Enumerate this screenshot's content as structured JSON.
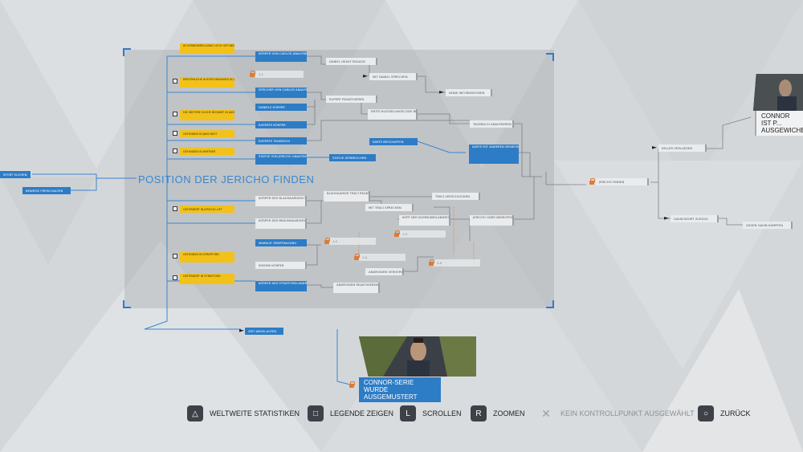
{
  "section_title": "POSITION DER JERICHO FINDEN",
  "left_nodes": {
    "n1": "SPORT SUCHEN",
    "n2": "BEWEISE FREISCHALTEN"
  },
  "yellow_nodes": {
    "y1": "IN VORNEHMEN GANG LOCH GEFUNDEN",
    "y2": "PERSÖNLICHE AUFZEICHNUNGEN IN JAKS VERLIES",
    "y3": "DIE WEITERE SUCHE BEGINNT IN JAKS NEST",
    "y4": "GEFUNDEN IN JAKS NEST",
    "y5": "GEFUNDEN IN PARTNER",
    "y6": "GEFÖRDERT IN JERICHO-LIFT",
    "y7": "GEFUNDEN IN STRATFORD",
    "y8": "GEFÖRDERT IN STRATFORD"
  },
  "blue_nodes": {
    "b1": "KÖRPER VON CARLOS ANALYSIEREN",
    "b2": "SPEICHER VON CARLOS ANALYSIEREN",
    "b3": "DANIELS KÖRPER",
    "b4": "RUPERTS KÖRPER",
    "b5": "RUPERTS TAGEBUCH",
    "b6": "STATUE VON JERICHO ANALYSIEREN",
    "b7": "STATUE ZERBROCHEN",
    "b8": "KARTE BESCHAFFEN",
    "b9": "KARTE MIT ANDEREN BEWEISEN VERBINDEN",
    "b10": "MARKUS' ÜBERTRAGUNG",
    "b11": "ZEIT ABGELAUFEN",
    "b12": "KÖRPER DES STRATFORD-ANDROIDEN"
  },
  "grey_nodes": {
    "g1": "DANIEL HEAVY ENGAGE",
    "g2": "MIT DANIEL SPRECHEN",
    "g3": "KEINE INFORMATIONEN",
    "g4": "RUPERT REAKTIVIEREN",
    "g5": "ENTSCHLÜSSELUNGSCODE BESCHAFFEN",
    "g6": "TAGEBUCH ANALYSIEREN",
    "g7": "KÖRPER DES BLAUHAARIGEN TRACI",
    "g8": "KÖRPER DES BRAUNHAARIGEN TRACI",
    "g9": "BLAUHAARIGE TRACI REAKTIVIEREN",
    "g10": "MIT TRACI SPRECHEN",
    "g11": "TRACI VERSCHLUCKEN",
    "g12": "KOPF DER KOMMUNEN-ANDROIDEN ENTFERNEN",
    "g13": "JERICHO ODER NEKROPOLE VERLASSEN",
    "g14": "SIMONS KÖRPER",
    "g15": "ANDROIDEN VERHÖREN",
    "g16": "ANDROIDEN REAKTIVIEREN",
    "g17": "JERICHO FINDEN",
    "g18": "KELLER VERLASSEN",
    "g19": "GAVIN KEHRT ZURÜCK",
    "g20": "GEGEN GAVIN KÄMPFEN"
  },
  "locked_nodes": [
    "1.1",
    "1.2",
    "1.3",
    "1.4",
    "1.5"
  ],
  "endings": {
    "bottom": "CONNOR-SERIE WURDE AUSGEMUSTERT",
    "right": "CONNOR IST P... AUSGEWICHEN"
  },
  "legend": [
    {
      "key": "triangle",
      "symbol": "△",
      "label": "WELTWEITE STATISTIKEN",
      "enabled": true
    },
    {
      "key": "square",
      "symbol": "□",
      "label": "LEGENDE ZEIGEN",
      "enabled": true
    },
    {
      "key": "l3",
      "symbol": "L",
      "label": "SCROLLEN",
      "enabled": true
    },
    {
      "key": "r3",
      "symbol": "R",
      "label": "ZOOMEN",
      "enabled": true
    },
    {
      "key": "cross",
      "symbol": "✕",
      "label": "KEIN KONTROLLPUNKT AUSGEWÄHLT",
      "enabled": false
    },
    {
      "key": "circle",
      "symbol": "○",
      "label": "ZURÜCK",
      "enabled": true
    }
  ],
  "colors": {
    "accent": "#2d7cc6",
    "yellow": "#f2c21b",
    "lock": "#e07a2f",
    "background": "#d6d9dc"
  }
}
